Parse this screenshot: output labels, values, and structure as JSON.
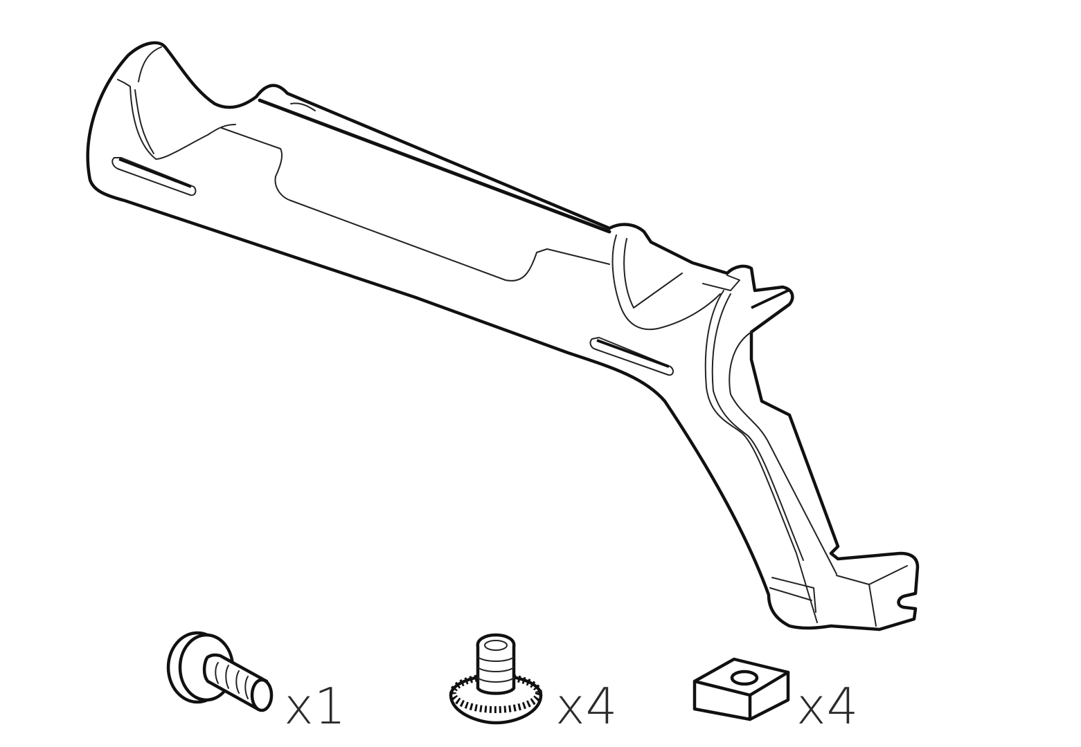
{
  "diagram": {
    "type": "parts-kit-illustration",
    "main_part": "bracket",
    "colors": {
      "line": "#111111",
      "background": "#ffffff",
      "label": "#2b2b2b"
    },
    "hardware": [
      {
        "name": "bolt",
        "quantity_label": "x1"
      },
      {
        "name": "flange-screw",
        "quantity_label": "x4"
      },
      {
        "name": "square-nut",
        "quantity_label": "x4"
      }
    ]
  }
}
